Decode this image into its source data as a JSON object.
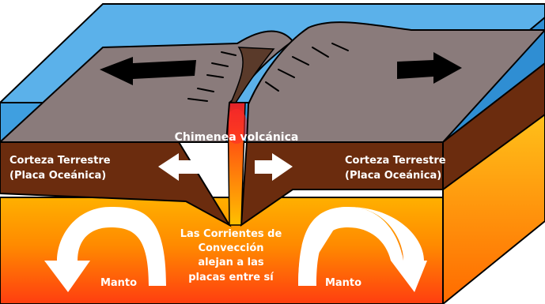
{
  "labels": {
    "chimney": "Chimenea volcánica",
    "crust_left_line1": "Corteza Terrestre",
    "crust_left_line2": "(Placa Oceánica)",
    "crust_right_line1": "Corteza Terrestre",
    "crust_right_line2": "(Placa Oceánica)",
    "convection_line1": "Las Corrientes de",
    "convection_line2": "Convección",
    "convection_line3": "alejan a las",
    "convection_line4": "placas entre sí",
    "mantle_left": "Manto",
    "mantle_right": "Manto"
  },
  "colors": {
    "ocean": "#3f9fe0",
    "crust_top": "#8a7b7b",
    "crust_side": "#6b2c0e",
    "mantle_top": "#ffb000",
    "mantle_bottom": "#ff4a10"
  }
}
